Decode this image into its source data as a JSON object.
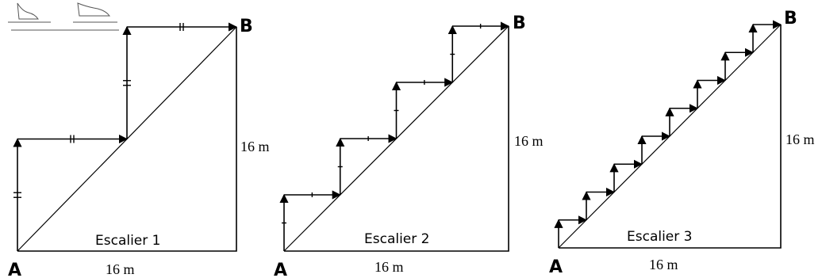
{
  "diagrams": [
    {
      "title": "Escalier 1",
      "point_a": "A",
      "point_b": "B",
      "base_label": "16 m",
      "height_label": "16 m",
      "steps": 2,
      "tick_style": "double"
    },
    {
      "title": "Escalier 2",
      "point_a": "A",
      "point_b": "B",
      "base_label": "16 m",
      "height_label": "16 m",
      "steps": 4,
      "tick_style": "single"
    },
    {
      "title": "Escalier 3",
      "point_a": "A",
      "point_b": "B",
      "base_label": "16 m",
      "height_label": "16 m",
      "steps": 8,
      "tick_style": "arrow"
    }
  ]
}
